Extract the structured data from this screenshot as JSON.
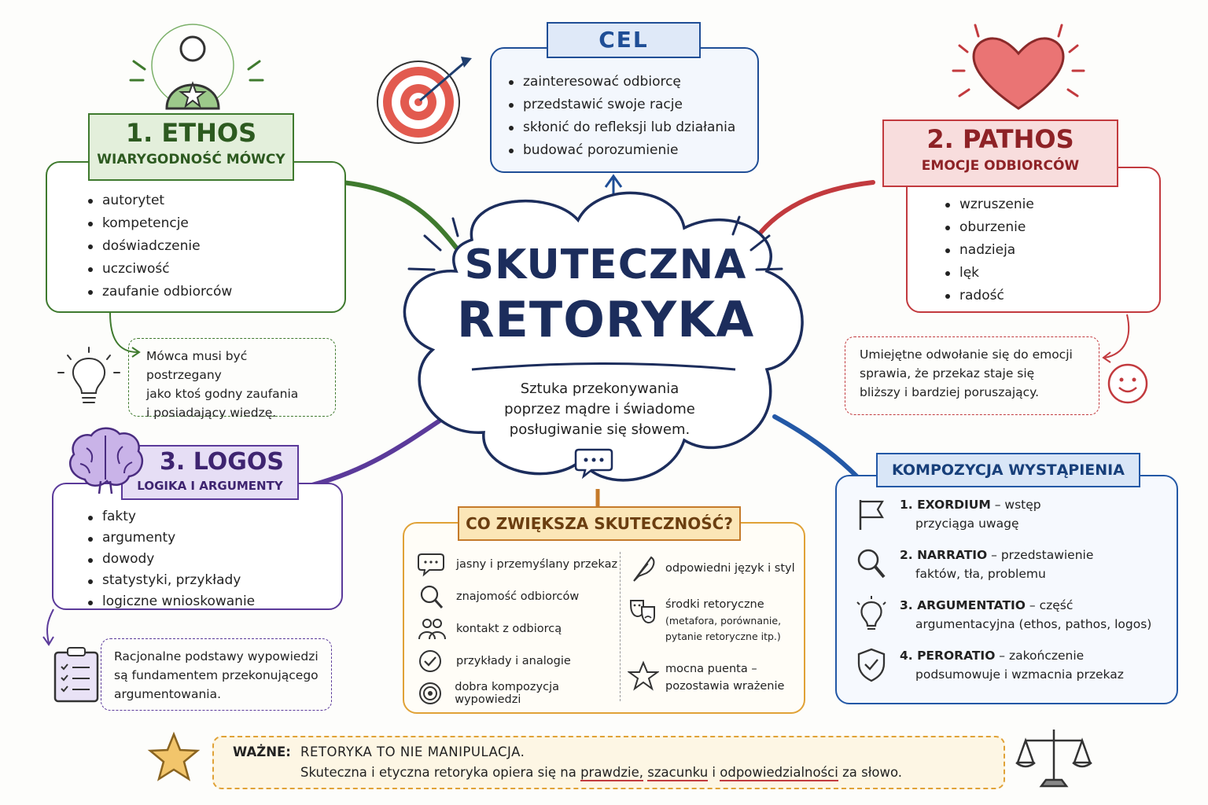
{
  "center": {
    "title_line1": "SKUTECZNA",
    "title_line2": "RETORYKA",
    "subtitle_line1": "Sztuka przekonywania",
    "subtitle_line2": "poprzez mądre i świadome",
    "subtitle_line3": "posługiwanie się słowem."
  },
  "cel": {
    "title": "CEL",
    "items": [
      "zainteresować odbiorcę",
      "przedstawić swoje racje",
      "skłonić do refleksji lub działania",
      "budować porozumienie"
    ]
  },
  "ethos": {
    "title": "1. ETHOS",
    "subtitle": "WIARYGODNOŚĆ MÓWCY",
    "items": [
      "autorytet",
      "kompetencje",
      "doświadczenie",
      "uczciwość",
      "zaufanie odbiorców"
    ],
    "note_line1": "Mówca musi być postrzegany",
    "note_line2": "jako ktoś godny zaufania",
    "note_line3": "i posiadający wiedzę."
  },
  "pathos": {
    "title": "2. PATHOS",
    "subtitle": "EMOCJE ODBIORCÓW",
    "items": [
      "wzruszenie",
      "oburzenie",
      "nadzieja",
      "lęk",
      "radość"
    ],
    "note_line1": "Umiejętne odwołanie się do emocji",
    "note_line2": "sprawia, że przekaz staje się",
    "note_line3": "bliższy i bardziej poruszający."
  },
  "logos": {
    "title": "3. LOGOS",
    "subtitle": "LOGIKA I ARGUMENTY",
    "items": [
      "fakty",
      "argumenty",
      "dowody",
      "statystyki, przykłady",
      "logiczne wnioskowanie"
    ],
    "note_line1": "Racjonalne podstawy wypowiedzi",
    "note_line2": "są fundamentem przekonującego",
    "note_line3": "argumentowania."
  },
  "skutecznosc": {
    "title": "CO ZWIĘKSZA SKUTECZNOŚĆ?",
    "left": [
      "jasny i przemyślany przekaz",
      "znajomość odbiorców",
      "kontakt z odbiorcą",
      "przykłady i analogie",
      "dobra kompozycja wypowiedzi"
    ],
    "right_1": "odpowiedni język i styl",
    "right_2a": "środki retoryczne",
    "right_2b": "(metafora, porównanie,",
    "right_2c": "pytanie retoryczne itp.)",
    "right_3a": "mocna puenta –",
    "right_3b": "pozostawia wrażenie"
  },
  "kompozycja": {
    "title": "KOMPOZYCJA WYSTĄPIENIA",
    "items": [
      {
        "name": "1. EXORDIUM",
        "rest": " – wstęp",
        "line2": "przyciąga uwagę"
      },
      {
        "name": "2. NARRATIO",
        "rest": " – przedstawienie",
        "line2": "faktów, tła, problemu"
      },
      {
        "name": "3. ARGUMENTATIO",
        "rest": " – część",
        "line2": "argumentacyjna (ethos, pathos, logos)"
      },
      {
        "name": "4. PERORATIO",
        "rest": " – zakończenie",
        "line2": "podsumowuje i wzmacnia przekaz"
      }
    ]
  },
  "wazne": {
    "label": "WAŻNE:",
    "line1": "RETORYKA TO NIE MANIPULACJA.",
    "line2_a": "Skuteczna i etyczna retoryka opiera się na ",
    "w1": "prawdzie,",
    "sep1": " ",
    "w2": "szacunku",
    "sep2": " i ",
    "w3": "odpowiedzialności",
    "line2_end": " za słowo."
  },
  "colors": {
    "ethos": "#3f7a2e",
    "pathos": "#c23a3e",
    "logos": "#5b3a9a",
    "cel": "#1f4e96",
    "center": "#1c2d5c",
    "skutecznosc": "#e0a237",
    "kompozycja": "#2358a6"
  }
}
